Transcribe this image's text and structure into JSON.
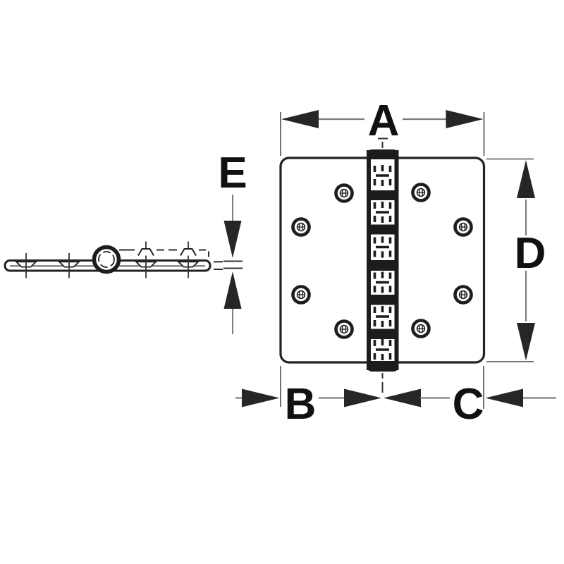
{
  "diagram": {
    "title": "",
    "labels": {
      "overall_width": "A",
      "left_half_width": "B",
      "right_half_width": "C",
      "height": "D",
      "leaf_thickness": "E"
    }
  },
  "colors": {
    "background": "#ffffff",
    "part_outline": "#222222",
    "dimension_line": "#7d7d7d",
    "extension_line": "#4d4d4d",
    "arrowhead": "#262626",
    "label_text": "#111111"
  }
}
